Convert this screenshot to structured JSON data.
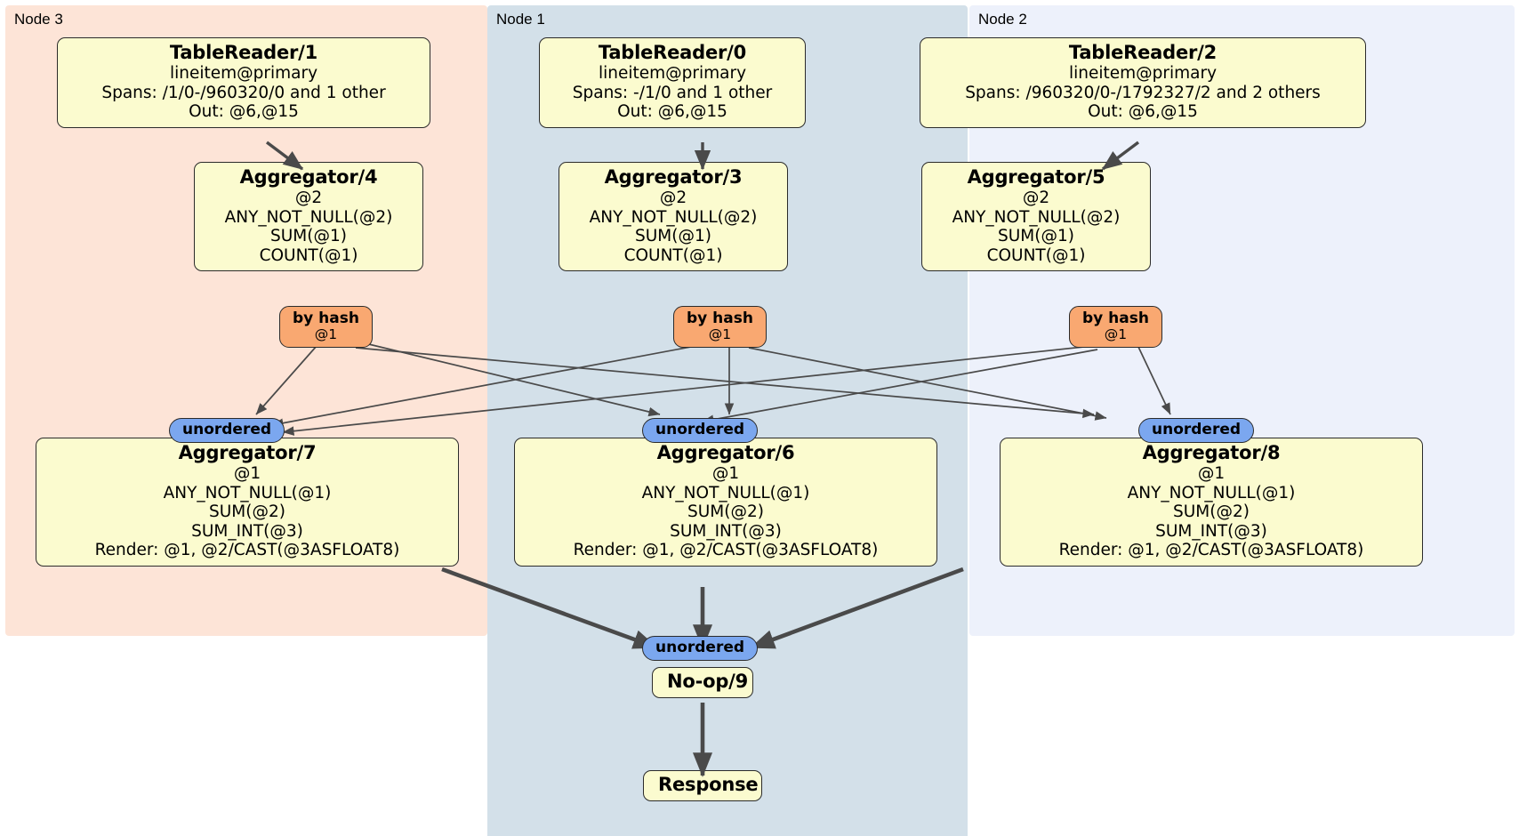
{
  "diagram": {
    "type": "distributed-query-plan",
    "clusters": [
      {
        "id": "node3",
        "label": "Node 3",
        "color": "#fde4d7"
      },
      {
        "id": "node1",
        "label": "Node 1",
        "color": "#d3e0e9"
      },
      {
        "id": "node2",
        "label": "Node 2",
        "color": "#edf1fb"
      }
    ],
    "colors": {
      "processor_fill": "#fbfbcf",
      "processor_stroke": "#2b2b2b",
      "hash_router_fill": "#f9a871",
      "unordered_router_fill": "#7ba7ef",
      "edge_stroke": "#4a4a4a",
      "node3_bg": "#fde4d7",
      "node1_bg": "#d3e0e9",
      "node2_bg": "#edf1fb",
      "page_bg": "#ffffff"
    },
    "processors": {
      "tablereader1": {
        "title": "TableReader/1",
        "lines": [
          "lineitem@primary",
          "Spans: /1/0-/960320/0 and 1 other",
          "Out: @6,@15"
        ]
      },
      "tablereader0": {
        "title": "TableReader/0",
        "lines": [
          "lineitem@primary",
          "Spans: -/1/0 and 1 other",
          "Out: @6,@15"
        ]
      },
      "tablereader2": {
        "title": "TableReader/2",
        "lines": [
          "lineitem@primary",
          "Spans: /960320/0-/1792327/2 and 2 others",
          "Out: @6,@15"
        ]
      },
      "aggregator4": {
        "title": "Aggregator/4",
        "lines": [
          "@2",
          "ANY_NOT_NULL(@2)",
          "SUM(@1)",
          "COUNT(@1)"
        ]
      },
      "aggregator3": {
        "title": "Aggregator/3",
        "lines": [
          "@2",
          "ANY_NOT_NULL(@2)",
          "SUM(@1)",
          "COUNT(@1)"
        ]
      },
      "aggregator5": {
        "title": "Aggregator/5",
        "lines": [
          "@2",
          "ANY_NOT_NULL(@2)",
          "SUM(@1)",
          "COUNT(@1)"
        ]
      },
      "aggregator7": {
        "title": "Aggregator/7",
        "lines": [
          "@1",
          "ANY_NOT_NULL(@1)",
          "SUM(@2)",
          "SUM_INT(@3)",
          "Render: @1, @2/CAST(@3ASFLOAT8)"
        ]
      },
      "aggregator6": {
        "title": "Aggregator/6",
        "lines": [
          "@1",
          "ANY_NOT_NULL(@1)",
          "SUM(@2)",
          "SUM_INT(@3)",
          "Render: @1, @2/CAST(@3ASFLOAT8)"
        ]
      },
      "aggregator8": {
        "title": "Aggregator/8",
        "lines": [
          "@1",
          "ANY_NOT_NULL(@1)",
          "SUM(@2)",
          "SUM_INT(@3)",
          "Render: @1, @2/CAST(@3ASFLOAT8)"
        ]
      },
      "noop9": {
        "title": "No-op/9",
        "lines": []
      },
      "response": {
        "title": "Response",
        "lines": []
      }
    },
    "routers": {
      "hash_left": {
        "title": "by hash",
        "detail": "@1"
      },
      "hash_center": {
        "title": "by hash",
        "detail": "@1"
      },
      "hash_right": {
        "title": "by hash",
        "detail": "@1"
      },
      "unordered_left": {
        "title": "unordered"
      },
      "unordered_center": {
        "title": "unordered"
      },
      "unordered_right": {
        "title": "unordered"
      },
      "unordered_final": {
        "title": "unordered"
      }
    }
  }
}
